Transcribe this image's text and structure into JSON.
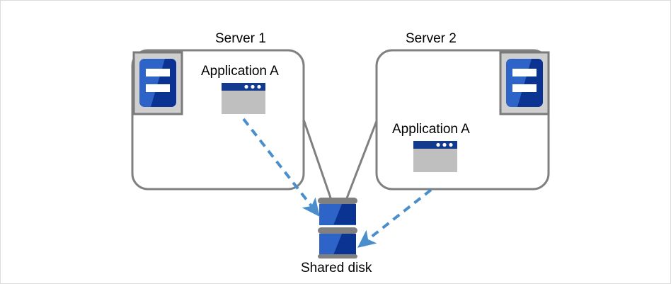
{
  "diagram": {
    "title_server1": "Server 1",
    "title_server2": "Server 2",
    "app_label_1": "Application A",
    "app_label_2": "Application A",
    "shared_disk_label": "Shared disk",
    "icons": {
      "server_icon": "server-icon",
      "app_window_icon": "application-window-icon",
      "shared_disk_icon": "shared-disk-icon",
      "access_arrow": "dashed-access-arrow"
    },
    "colors": {
      "box_border": "#808080",
      "outer_border": "#dcdcdc",
      "server_icon_frame": "#cfcfcf",
      "server_icon_frame_border": "#7a7a7a",
      "server_icon_blue_light": "#2e63c8",
      "server_icon_blue_dark": "#0b3392",
      "app_titlebar": "#123b8f",
      "app_body": "#bfbfbf",
      "disk_bar": "#808080",
      "disk_blue_light": "#2e63c8",
      "disk_blue_dark": "#0b3392",
      "arrow": "#4a8ecc",
      "text": "#000000",
      "background": "#ffffff"
    }
  }
}
